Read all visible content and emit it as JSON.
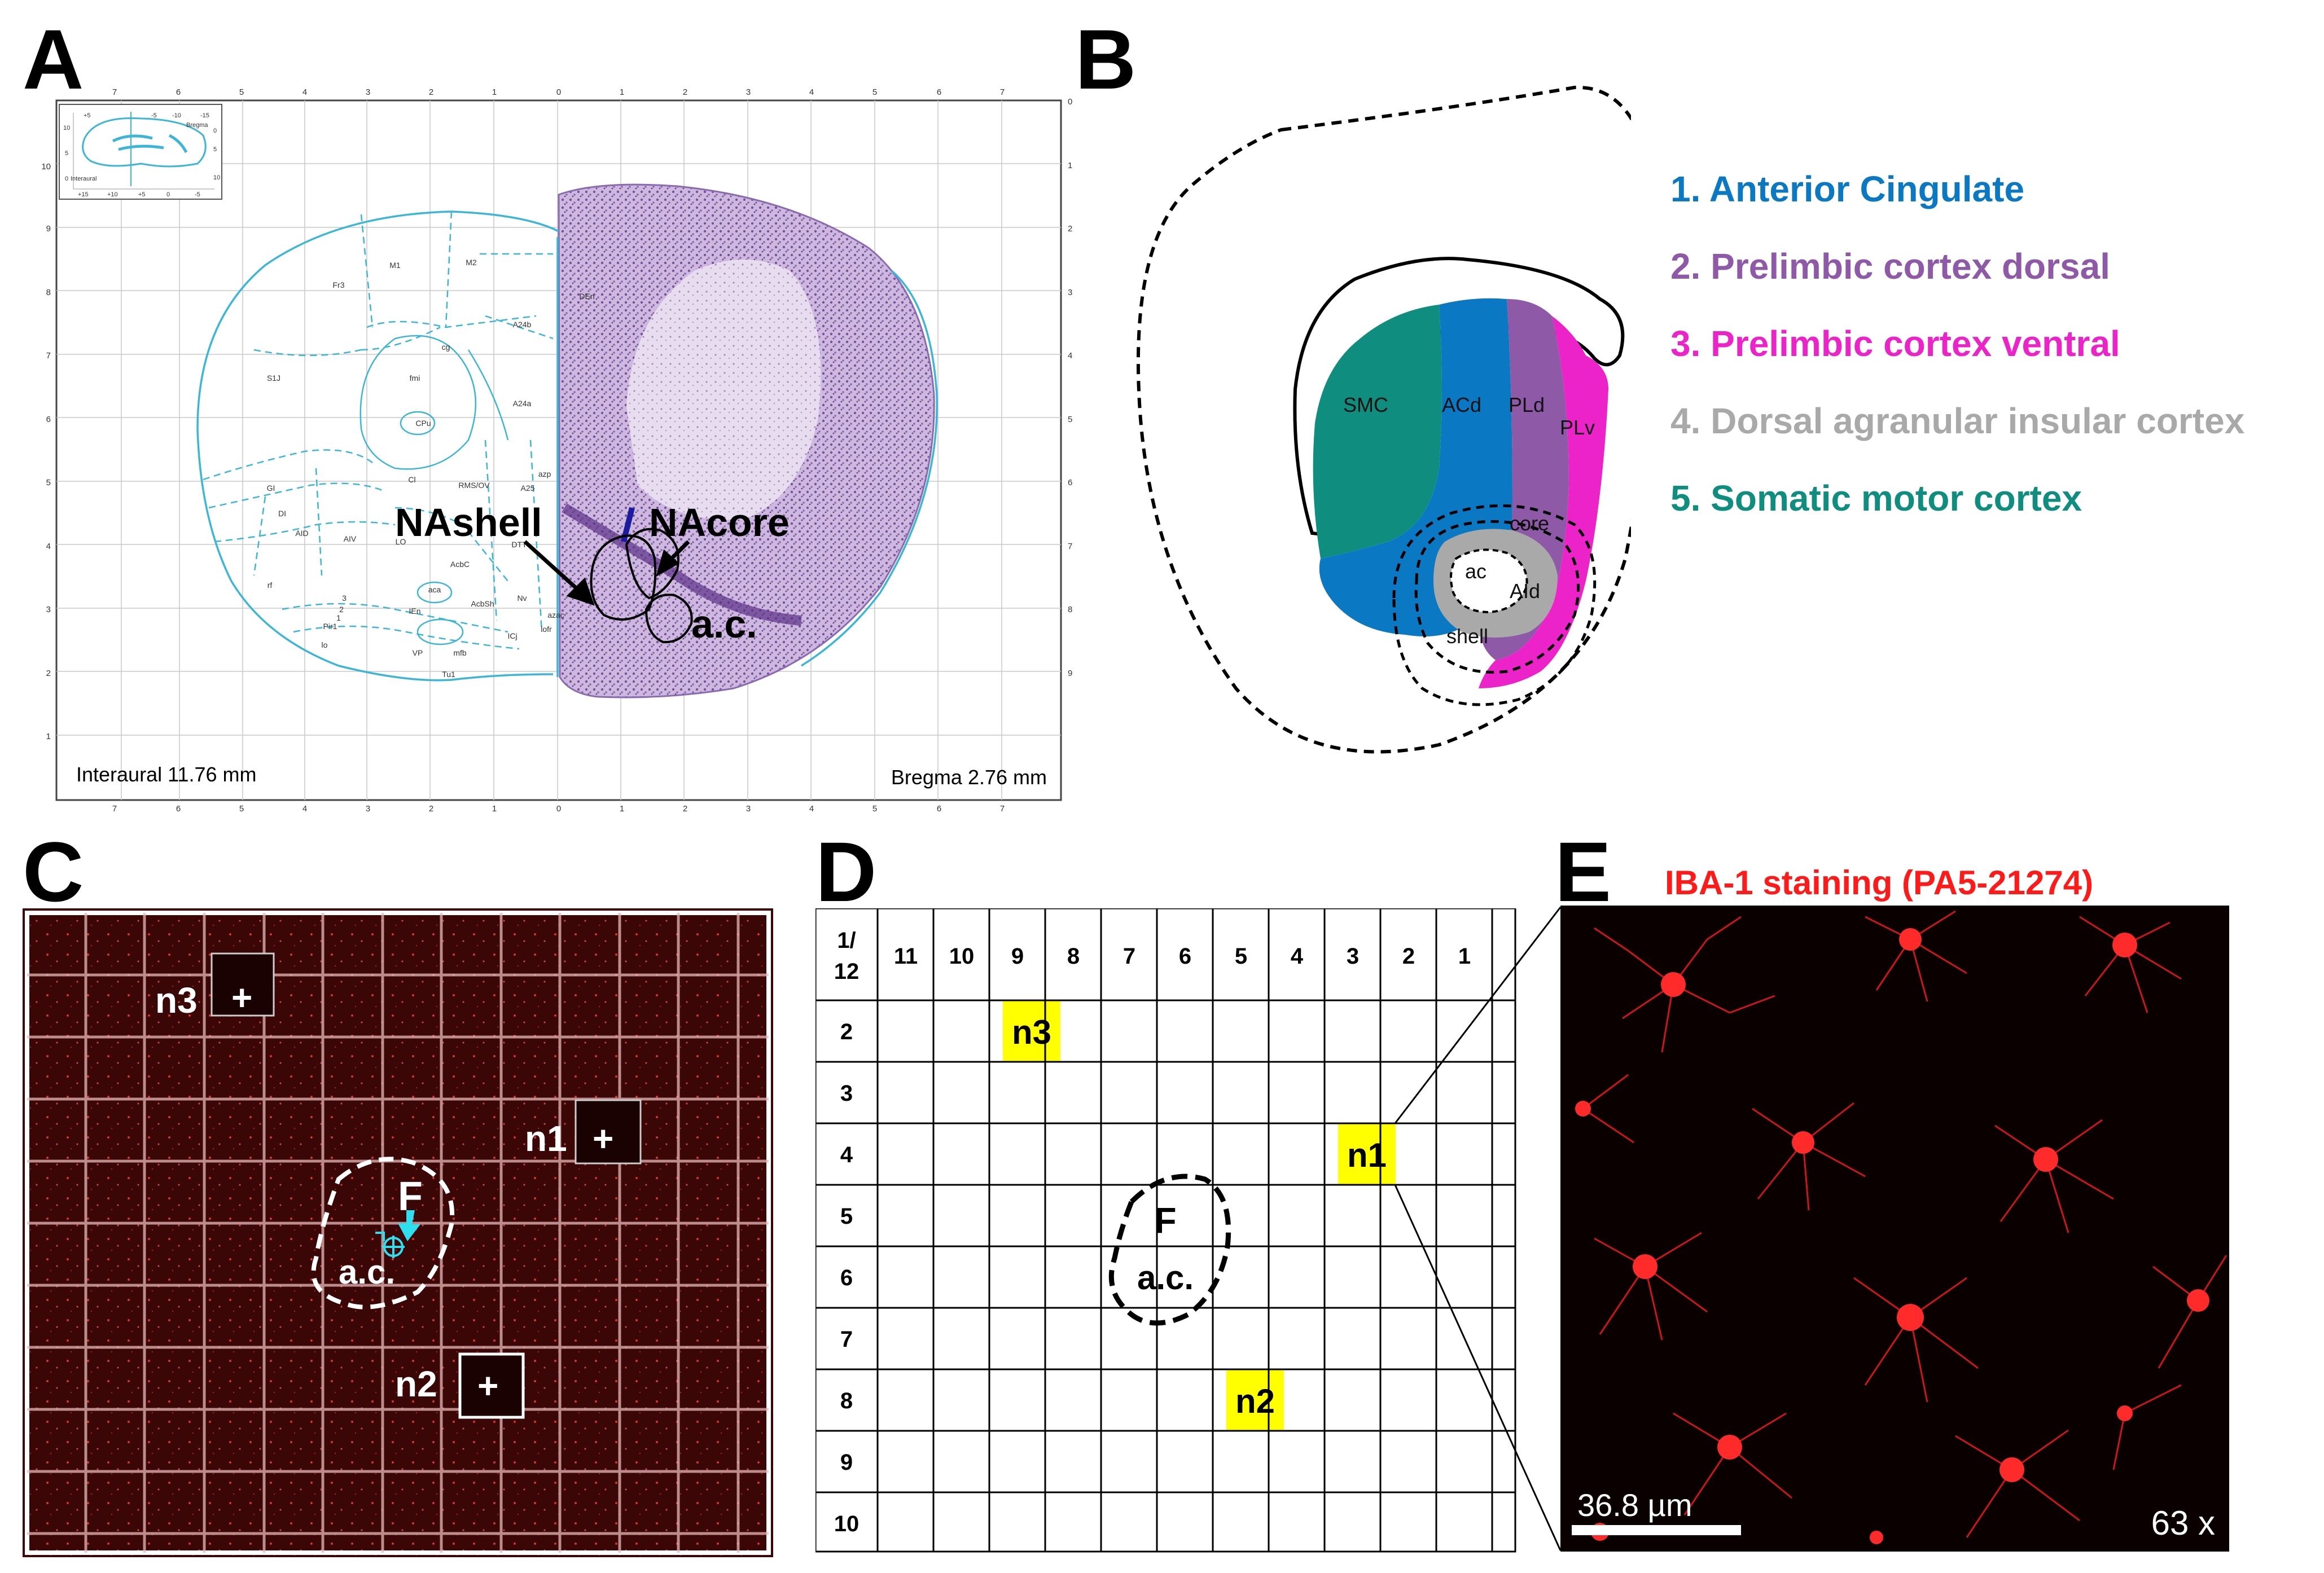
{
  "panels": {
    "A": "A",
    "B": "B",
    "C": "C",
    "D": "D",
    "E": "E"
  },
  "colors": {
    "atlas_line": "#3bb6d8",
    "nissl": "#9f7fc0",
    "anterior_cingulate": "#0a78c2",
    "prelimbic_dorsal": "#8e5aa7",
    "prelimbic_ventral": "#ec23c9",
    "agranular_insular": "#a9a9a9",
    "somatic_motor": "#0f8e80",
    "highlight": "#ffff00",
    "iba1_red": "#ff2a2a",
    "confocal_bg": "#3a0606"
  },
  "panel_a": {
    "top_ticks": [
      "7",
      "6",
      "5",
      "4",
      "3",
      "2",
      "1",
      "0",
      "1",
      "2",
      "3",
      "4",
      "5",
      "6",
      "7"
    ],
    "left_ticks": [
      "10",
      "9",
      "8",
      "7",
      "6",
      "5",
      "4",
      "3",
      "2",
      "1"
    ],
    "right_ticks": [
      "0",
      "1",
      "2",
      "3",
      "4",
      "5",
      "6",
      "7",
      "8",
      "9"
    ],
    "inset": {
      "t1": "+5",
      "t2": "-5",
      "t3": "-10",
      "t4": "-15",
      "bregma": "Bregma",
      "interaural": "Interaural",
      "b1": "+15",
      "b2": "+10",
      "b3": "+5",
      "b4": "0",
      "b5": "-5",
      "l1": "10",
      "l2": "5",
      "l3": "0",
      "r1": "5",
      "r2": "0",
      "r3": "10"
    },
    "regions": [
      "M1",
      "M2",
      "Fr3",
      "S1J",
      "cg",
      "fmi",
      "A24b",
      "A24a",
      "DEn",
      "CPu",
      "Cl",
      "GI",
      "DI",
      "AID",
      "AIV",
      "LO",
      "RMS/OV",
      "A25",
      "azp",
      "DTT",
      "AcbC",
      "AcbSh",
      "aca",
      "IEn",
      "Nv",
      "azac",
      "lofr",
      "Pir1",
      "lo",
      "VP",
      "mfb",
      "Tu1",
      "ICj",
      "rf",
      "3",
      "2",
      "1"
    ],
    "label_nashell": "NAshell",
    "label_nacore": "NAcore",
    "label_ac": "a.c.",
    "interaural": "Interaural 11.76 mm",
    "bregma": "Bregma 2.76 mm"
  },
  "panel_b": {
    "regions": {
      "smc": "SMC",
      "acd": "ACd",
      "pld": "PLd",
      "plv": "PLv",
      "core": "core",
      "ac": "ac",
      "aid": "AId",
      "shell": "shell"
    },
    "legend": [
      {
        "text": "1. Anterior Cingulate",
        "color": "#0a78c2"
      },
      {
        "text": "2. Prelimbic cortex dorsal",
        "color": "#8e5aa7"
      },
      {
        "text": "3. Prelimbic cortex ventral",
        "color": "#ec23c9"
      },
      {
        "text": "4. Dorsal agranular insular cortex",
        "color": "#a9a9a9"
      },
      {
        "text": "5. Somatic motor cortex",
        "color": "#0f8e80"
      }
    ]
  },
  "panel_c": {
    "n1": "n1",
    "n2": "n2",
    "n3": "n3",
    "plus": "+",
    "f": "F",
    "ac": "a.c."
  },
  "panel_d": {
    "corner": [
      "1/",
      "12"
    ],
    "columns": [
      "11",
      "10",
      "9",
      "8",
      "7",
      "6",
      "5",
      "4",
      "3",
      "2",
      "1"
    ],
    "rows": [
      "2",
      "3",
      "4",
      "5",
      "6",
      "7",
      "8",
      "9",
      "10"
    ],
    "marks": [
      {
        "label": "n3",
        "row": 0,
        "col": 2
      },
      {
        "label": "n1",
        "row": 2,
        "col": 8
      },
      {
        "label": "n2",
        "row": 6,
        "col": 6
      }
    ],
    "f": "F",
    "ac": "a.c."
  },
  "panel_e": {
    "title": "IBA-1 staining (PA5-21274)",
    "scale": "36.8 µm",
    "magnification": "63 x"
  }
}
